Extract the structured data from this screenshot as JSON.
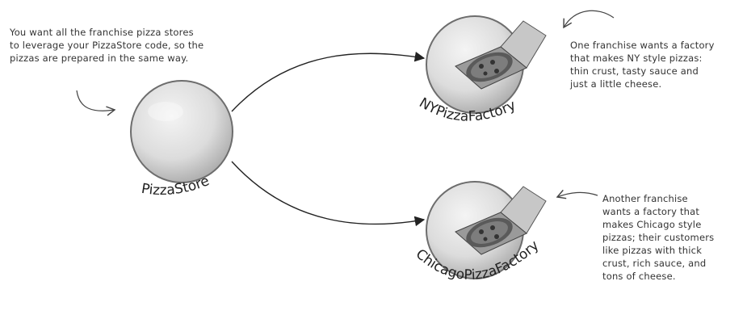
{
  "notes": {
    "intro": [
      "You want all the franchise pizza stores",
      "to leverage your PizzaStore code, so the",
      "pizzas are prepared in the same way."
    ],
    "ny": [
      "One franchise wants a factory",
      "that makes NY style pizzas:",
      "thin crust, tasty sauce and",
      "just a little cheese."
    ],
    "chicago": [
      "Another franchise",
      "wants a factory that",
      "makes Chicago style",
      "pizzas; their customers",
      "like pizzas with thick",
      "crust, rich sauce, and",
      "tons of cheese."
    ]
  },
  "labels": {
    "pizza_store": "PizzaStore",
    "ny_factory": "NYPizzaFactory",
    "chicago_factory": "ChicagoPizzaFactory"
  }
}
